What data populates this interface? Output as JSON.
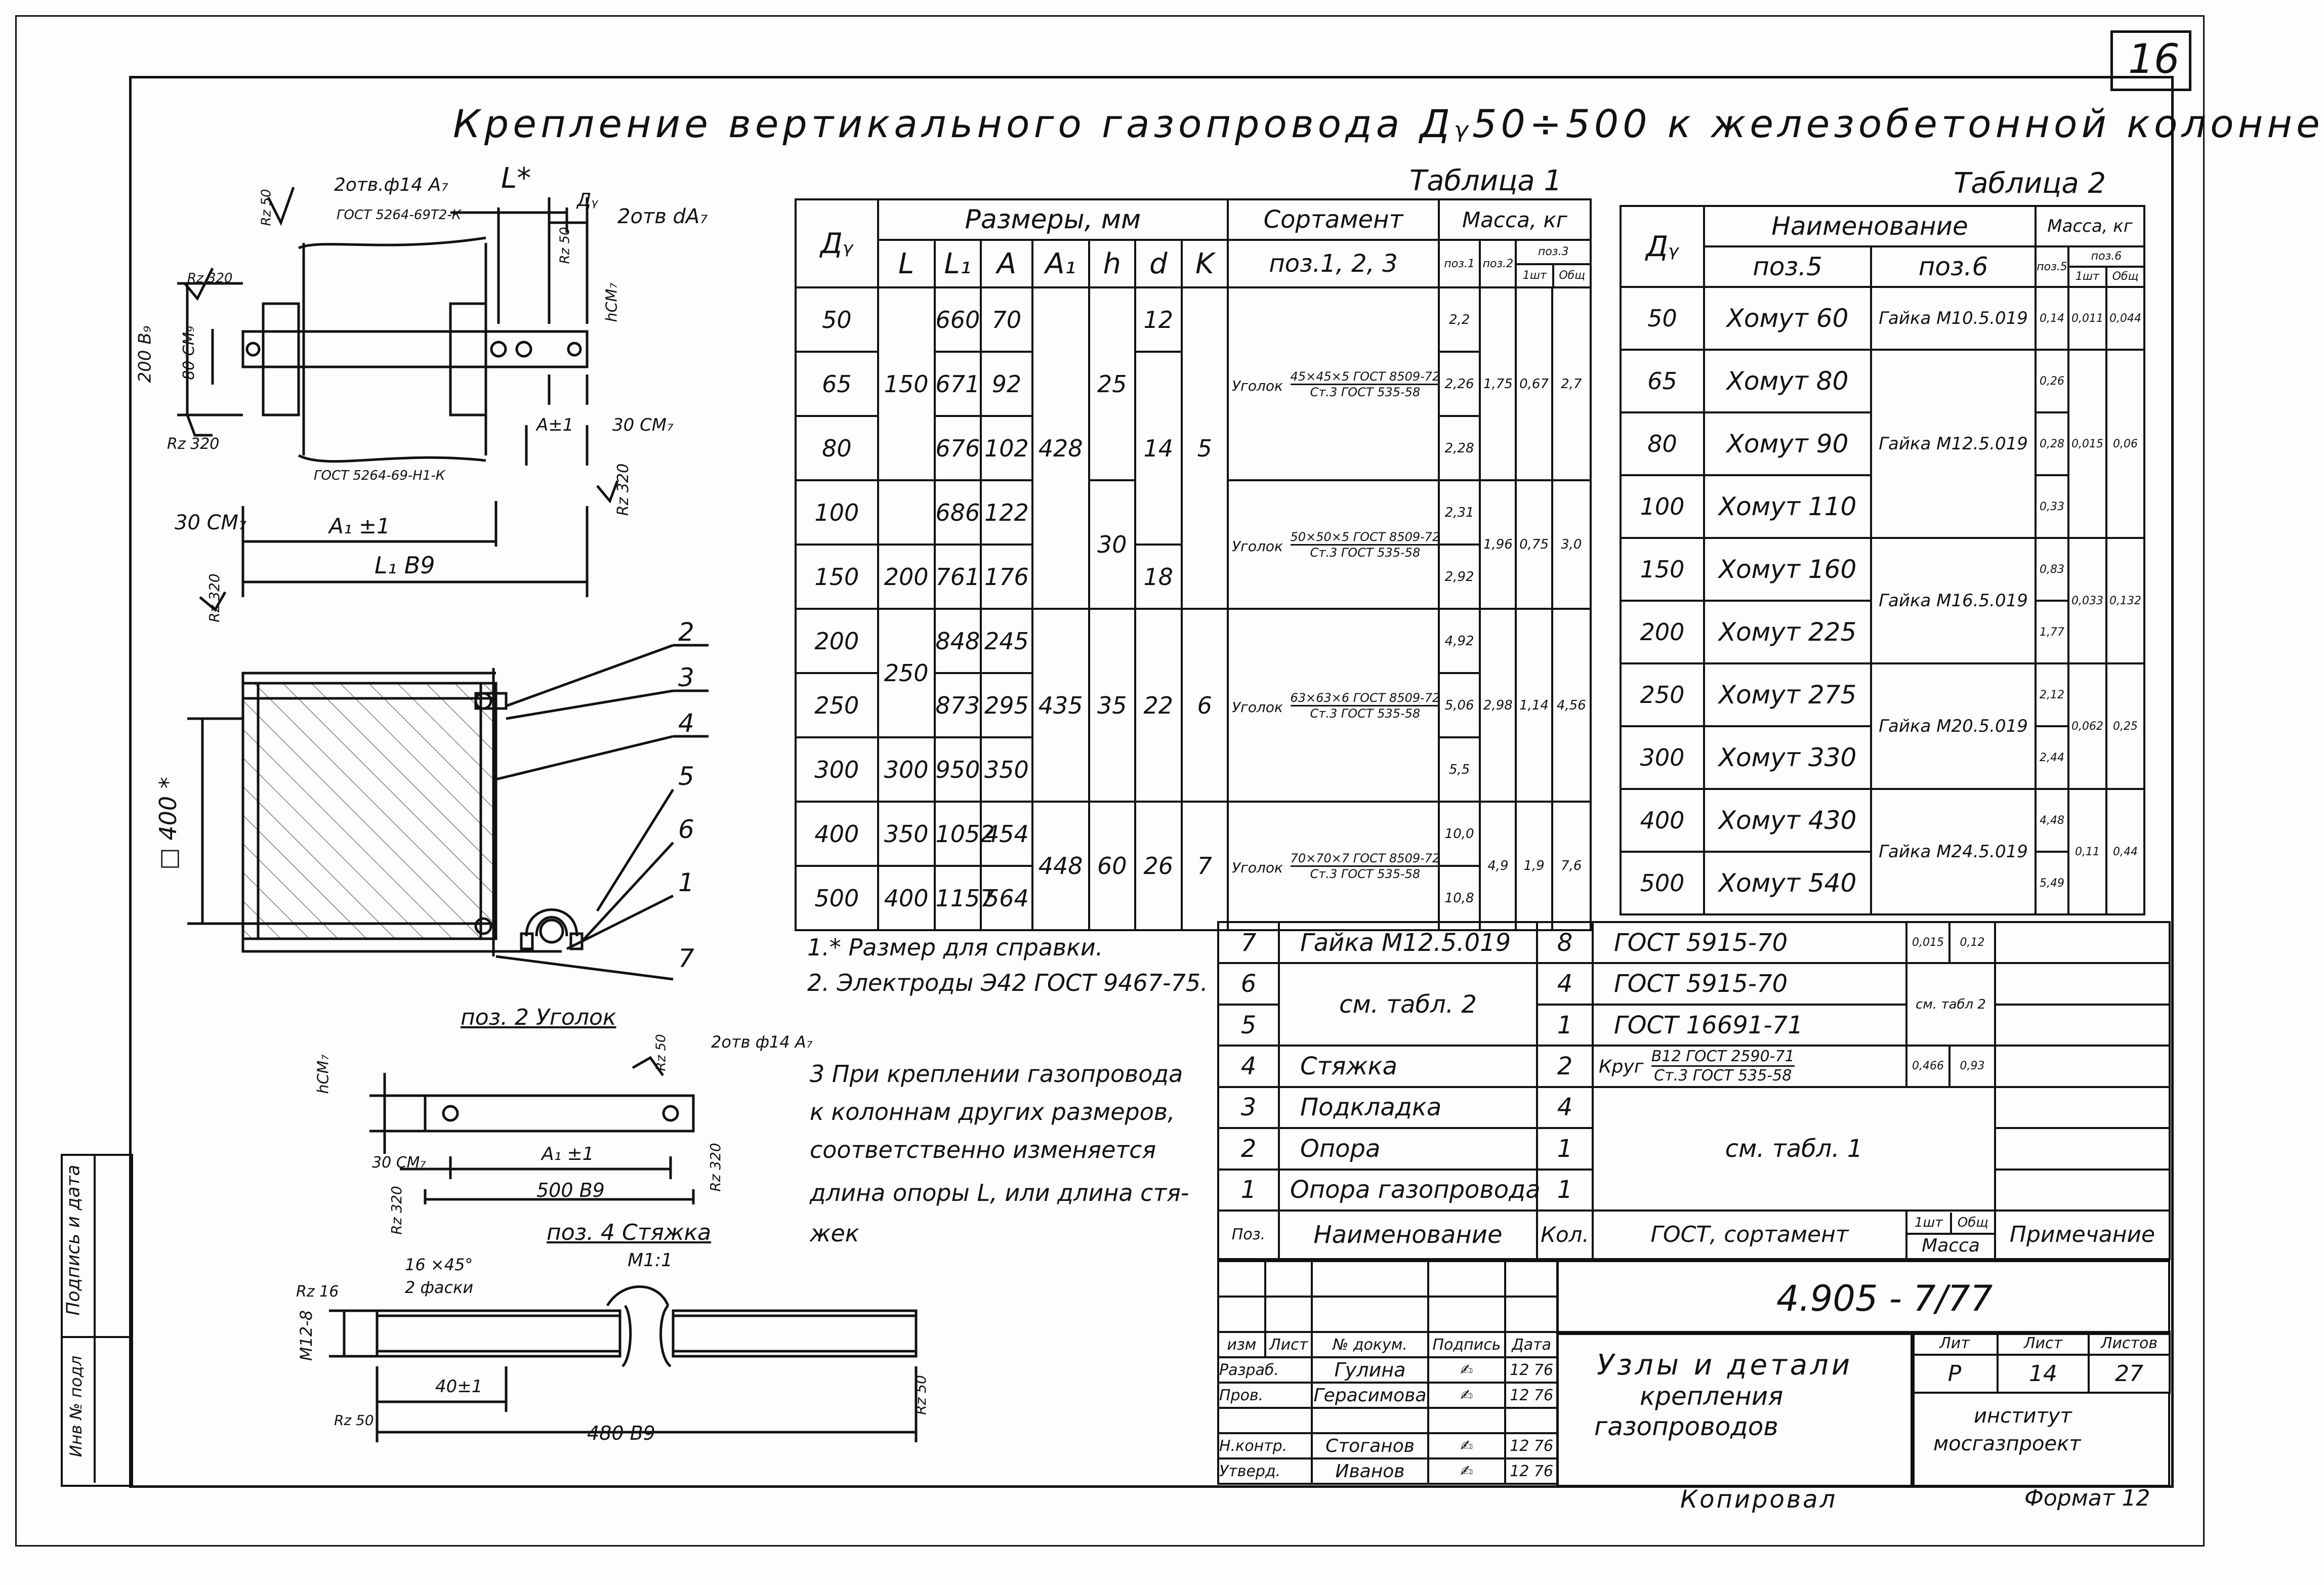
{
  "sheet_number": "16",
  "title": "Крепление вертикального газопровода Дᵧ50÷500 к железобетонной колонне",
  "table1": {
    "caption": "Таблица 1",
    "head_dy": "Дᵧ",
    "head_sizes": "Размеры, мм",
    "head_sortament": "Сортамент",
    "head_mass": "Масса, кг",
    "cols": [
      "L",
      "L₁",
      "A",
      "A₁",
      "h",
      "d",
      "K"
    ],
    "sort_sub": "поз.1, 2, 3",
    "mass_sub": [
      "поз.1",
      "поз.2",
      "поз.3",
      "1шт",
      "Общ"
    ],
    "rows": [
      {
        "dy": "50",
        "L1": "660",
        "A": "70",
        "d": "12",
        "m1": "2,2"
      },
      {
        "dy": "65",
        "L1": "671",
        "A": "92",
        "m1": "2,26"
      },
      {
        "dy": "80",
        "L1": "676",
        "A": "102",
        "m1": "2,28"
      },
      {
        "dy": "100",
        "L1": "686",
        "A": "122",
        "m1": "2,31"
      },
      {
        "dy": "150",
        "L": "200",
        "L1": "761",
        "A": "176",
        "d": "18",
        "m1": "2,92"
      },
      {
        "dy": "200",
        "L1": "848",
        "A": "245",
        "m1": "4,92"
      },
      {
        "dy": "250",
        "L1": "873",
        "A": "295",
        "m1": "5,06"
      },
      {
        "dy": "300",
        "L": "300",
        "L1": "950",
        "A": "350",
        "m1": "5,5"
      },
      {
        "dy": "400",
        "L": "350",
        "L1": "1052",
        "A": "454",
        "m1": "10,0"
      },
      {
        "dy": "500",
        "L": "400",
        "L1": "1157",
        "A": "564",
        "m1": "10,8"
      }
    ],
    "groupL_150": "150",
    "groupL_250": "250",
    "A1_428": "428",
    "A1_435": "435",
    "A1_448": "448",
    "h_25": "25",
    "h_30": "30",
    "h_35": "35",
    "h_60": "60",
    "d_14": "14",
    "d_22": "22",
    "d_26": "26",
    "K_5": "5",
    "K_6": "6",
    "K_7": "7",
    "sort1_a": "Уголок",
    "sort1_b": "45×45×5 ГОСТ 8509-72",
    "sort1_c": "Ст.3 ГОСТ 535-58",
    "sort2_a": "Уголок",
    "sort2_b": "50×50×5 ГОСТ 8509-72",
    "sort2_c": "Ст.3 ГОСТ 535-58",
    "sort3_a": "Уголок",
    "sort3_b": "63×63×6 ГОСТ 8509-72",
    "sort3_c": "Ст.3 ГОСТ 535-58",
    "sort4_a": "Уголок",
    "sort4_b": "70×70×7 ГОСТ 8509-72",
    "sort4_c": "Ст.3 ГОСТ 535-58",
    "g1_m2": "1,75",
    "g1_m3": "0,67",
    "g1_tot": "2,7",
    "g2_m2": "1,96",
    "g2_m3": "0,75",
    "g2_tot": "3,0",
    "g3_m2": "2,98",
    "g3_m3": "1,14",
    "g3_tot": "4,56",
    "g4_m2": "4,9",
    "g4_m3": "1,9",
    "g4_tot": "7,6"
  },
  "table2": {
    "caption": "Таблица 2",
    "head_dy": "Дᵧ",
    "head_name": "Наименование",
    "head_pos5": "поз.5",
    "head_pos6": "поз.6",
    "head_mass": "Масса, кг",
    "mass_sub": [
      "поз.5",
      "поз.6",
      "1шт",
      "Общ"
    ],
    "rows": [
      {
        "dy": "50",
        "p5": "Хомут 60",
        "p6": "Гайка М10.5.019",
        "m5": "0,14",
        "m6a": "0,011",
        "m6b": "0,044"
      },
      {
        "dy": "65",
        "p5": "Хомут 80",
        "m5": "0,26"
      },
      {
        "dy": "80",
        "p5": "Хомут 90",
        "p6": "Гайка М12.5.019",
        "m5": "0,28",
        "m6a": "0,015",
        "m6b": "0,06"
      },
      {
        "dy": "100",
        "p5": "Хомут 110",
        "m5": "0,33"
      },
      {
        "dy": "150",
        "p5": "Хомут 160",
        "p6": "Гайка М16.5.019",
        "m5": "0,83",
        "m6a": "0,033",
        "m6b": "0,132"
      },
      {
        "dy": "200",
        "p5": "Хомут 225",
        "m5": "1,77"
      },
      {
        "dy": "250",
        "p5": "Хомут 275",
        "p6": "Гайка М20.5.019",
        "m5": "2,12",
        "m6a": "0,062",
        "m6b": "0,25"
      },
      {
        "dy": "300",
        "p5": "Хомут 330",
        "m5": "2,44"
      },
      {
        "dy": "400",
        "p5": "Хомут 430",
        "p6": "Гайка М24.5.019",
        "m5": "4,48",
        "m6a": "0,11",
        "m6b": "0,44"
      },
      {
        "dy": "500",
        "p5": "Хомут 540",
        "m5": "5,49"
      }
    ]
  },
  "notes": [
    "1.* Размер для справки.",
    "2. Электроды Э42 ГОСТ 9467-75.",
    "3 При креплении газопровода",
    "к колоннам других размеров,",
    "соответственно изменяется",
    "длина опоры L, или длина стя-",
    "жек"
  ],
  "spec": {
    "rows": [
      {
        "pos": "7",
        "name": "Гайка М12.5.019",
        "qty": "8",
        "gost": "ГОСТ 5915-70",
        "m1": "0,015",
        "mt": "0,12"
      },
      {
        "pos": "6",
        "name": "см. табл. 2",
        "qty": "4",
        "gost": "ГОСТ 5915-70",
        "mass": "см. табл 2"
      },
      {
        "pos": "5",
        "qty": "1",
        "gost": "ГОСТ 16691-71"
      },
      {
        "pos": "4",
        "name": "Стяжка",
        "qty": "2",
        "gost_a": "Круг",
        "gost_b": "В12 ГОСТ 2590-71",
        "gost_c": "Ст.3 ГОСТ 535-58",
        "m1": "0,466",
        "mt": "0,93"
      },
      {
        "pos": "3",
        "name": "Подкладка",
        "qty": "4"
      },
      {
        "pos": "2",
        "name": "Опора",
        "qty": "1",
        "gost": "см. табл. 1"
      },
      {
        "pos": "1",
        "name": "Опора газопровода",
        "qty": "1"
      }
    ],
    "head_pos": "Поз.",
    "head_name": "Наименование",
    "head_qty": "Кол.",
    "head_gost": "ГОСТ, сортамент",
    "head_1sht": "1шт",
    "head_obsh": "Общ",
    "head_mass": "Масса",
    "head_note": "Примечание"
  },
  "titleblock": {
    "doc_code": "4.905 - 7/77",
    "h_izm": "изм",
    "h_list": "Лист",
    "h_doc": "№ докум.",
    "h_sign": "Подпись",
    "h_date": "Дата",
    "r1_role": "Разраб.",
    "r1_name": "Гулина",
    "r1_date": "12 76",
    "r2_role": "Пров.",
    "r2_name": "Герасимова",
    "r2_date": "12 76",
    "r3_role": "Н.контр.",
    "r3_name": "Стоганов",
    "r3_date": "12 76",
    "r4_role": "Утверд.",
    "r4_name": "Иванов",
    "r4_date": "12 76",
    "desc1": "Узлы и детали",
    "desc2": "крепления",
    "desc3": "газопроводов",
    "h_lit": "Лит",
    "h_sheet": "Лист",
    "h_sheets": "Листов",
    "lit": "Р",
    "sheet": "14",
    "sheets": "27",
    "org1": "институт",
    "org2": "мосгазпроект"
  },
  "side_stamp": {
    "a": "Подпись и дата",
    "b": "Инв № подл"
  },
  "footer": {
    "copied": "Копировал",
    "format": "Формат 12"
  },
  "drawing_labels": {
    "holes1": "2отв.ф14 А₇",
    "gost_top": "ГОСТ 5264-69Т2-К",
    "gost_bot": "ГОСТ 5264-69-Н1-К",
    "Lstar": "L*",
    "dy": "Дᵧ",
    "holes2": "2отв dА₇",
    "rz50a": "Rz 50",
    "rz50b": "Rz 50",
    "rz320a": "Rz 320",
    "rz320b": "Rz 320",
    "rz320c": "Rz 320",
    "rz320d": "Rz 320",
    "hcm": "hCM₇",
    "b200": "200 В₉",
    "b80": "80 СМ₉",
    "a1": "А±1",
    "c30": "30 СМ₇",
    "c30b": "30 СМ₇",
    "A1": "А₁ ±1",
    "L1": "L₁ В9",
    "sq400": "□ 400 *",
    "callouts": [
      "2",
      "3",
      "4",
      "5",
      "6",
      "1",
      "7"
    ],
    "pos2": "поз. 2  Уголок",
    "holes3": "2отв ф14 А₇",
    "hcm2": "hCM₇",
    "c30c": "30 СМ₇",
    "A1b": "А₁ ±1",
    "b500": "500 В9",
    "rz50c": "Rz 50",
    "rz320e": "Rz 320",
    "rz320f": "Rz 320",
    "pos4": "поз. 4  Стяжка",
    "m11": "М1:1",
    "chamfer": "16 ×45°",
    "chamfer2": "2 фаски",
    "rz16": "Rz 16",
    "m12": "М12-8",
    "l40": "40±1",
    "l480": "480 В9",
    "rz50d": "Rz 50",
    "rz50e": "Rz 50"
  }
}
